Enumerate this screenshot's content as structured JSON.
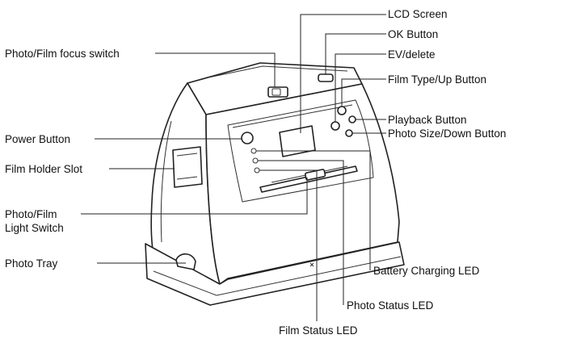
{
  "labels": {
    "lcd_screen": "LCD Screen",
    "ok_button": "OK Button",
    "ev_delete": "EV/delete",
    "film_type_up": "Film Type/Up Button",
    "playback": "Playback Button",
    "photo_size_down": "Photo Size/Down Button",
    "photo_film_focus": "Photo/Film focus switch",
    "power_button": "Power  Button",
    "film_holder_slot": "Film Holder Slot",
    "photo_film_line1": "Photo/Film",
    "photo_film_line2": "Light Switch",
    "photo_tray": "Photo Tray",
    "battery_led": "Battery Charging LED",
    "photo_status_led": "Photo Status LED",
    "film_status_led": "Film Status LED"
  }
}
